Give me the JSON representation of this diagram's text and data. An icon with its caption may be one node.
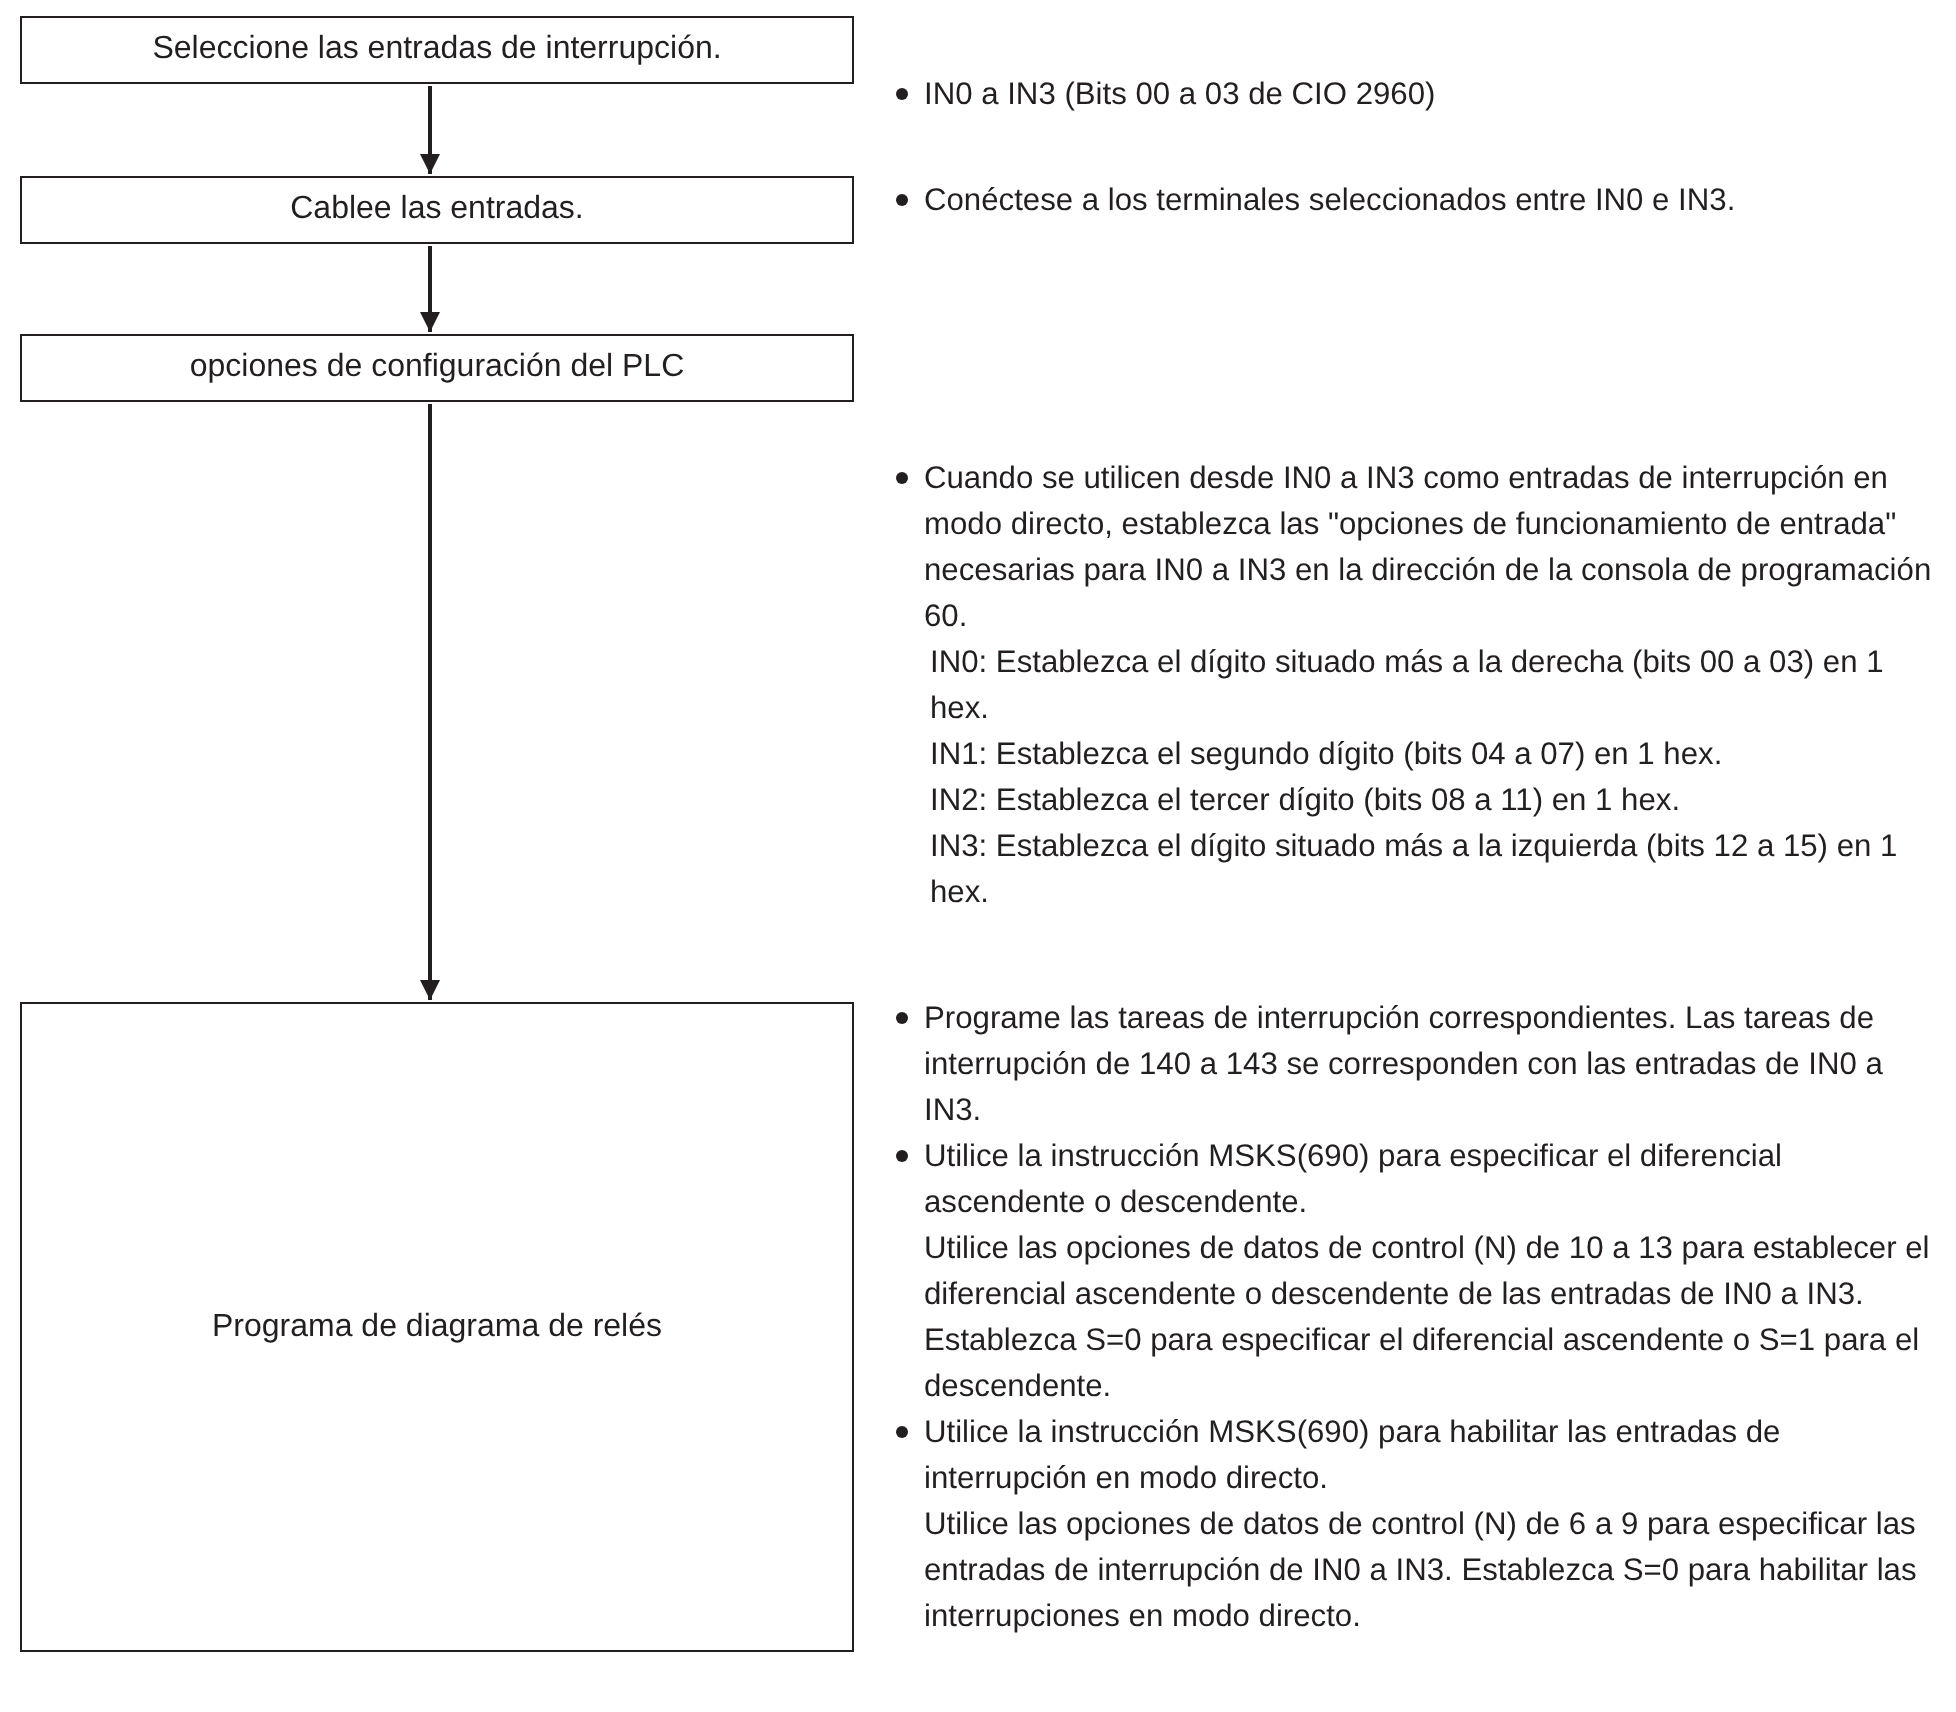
{
  "diagram": {
    "nodes": [
      {
        "text": [
          "Seleccione las entradas de interrupción."
        ],
        "beside": [
          "IN0 a IN3 (Bits 00 a 03 de CIO 2960)"
        ]
      },
      {
        "text": [
          "Cablee las entradas."
        ],
        "beside": [
          "Conéctese a los terminales seleccionados entre IN0 e IN3."
        ]
      },
      {
        "text": [
          "opciones de configuración del PLC"
        ],
        "beside": [
          "Cuando se utilicen desde IN0 a IN3 como entradas de interrupción en modo directo, establezca las \"opciones de funcionamiento de entrada\" necesarias para IN0 a IN3 en la dirección de la consola de programación 60.",
          "IN0: Establezca el dígito situado más a la derecha (bits 00 a 03) en 1 hex.",
          "IN1: Establezca el segundo dígito (bits 04 a 07) en 1 hex.",
          "IN2: Establezca el tercer dígito (bits 08 a 11) en 1 hex.",
          "IN3: Establezca el dígito situado más a la izquierda (bits 12 a 15) en 1 hex."
        ]
      },
      {
        "text": [
          "Programa de diagrama de relés"
        ],
        "beside": [
          "Programe las tareas de interrupción correspondientes. Las tareas de interrupción de 140 a 143 se corresponden con las entradas de IN0 a IN3.",
          "Utilice la instrucción MSKS(690) para especificar el diferencial ascendente o descendente.",
          "Utilice las opciones de datos de control (N) de 10 a 13 para establecer el diferencial ascendente o descendente de las entradas de IN0 a IN3. Establezca S=0 para especificar el diferencial ascendente o S=1 para el descendente.",
          "Utilice la instrucción MSKS(690) para habilitar las entradas de interrupción en modo directo.",
          "Utilice las opciones de datos de control (N) de 6 a 9 para especificar las entradas de interrupción de IN0 a IN3. Establezca S=0 para habilitar las interrupciones en modo directo."
        ]
      }
    ],
    "edges": [
      {
        "from": 0,
        "to": 1,
        "arrow": "to"
      },
      {
        "from": 1,
        "to": 2,
        "arrow": "to"
      },
      {
        "from": 2,
        "to": 3,
        "arrow": "to"
      }
    ]
  }
}
